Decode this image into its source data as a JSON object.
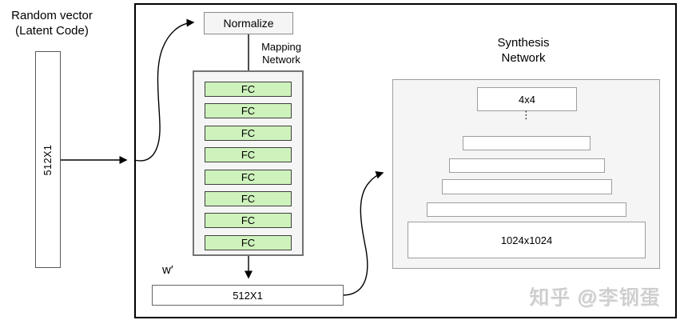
{
  "diagram": {
    "latent_title": {
      "line1": "Random vector",
      "line2": "(Latent Code)"
    },
    "latent_box_label": "512X1",
    "normalize_label": "Normalize",
    "mapping_network": {
      "label_line1": "Mapping",
      "label_line2": "Network",
      "fc_layers": [
        "FC",
        "FC",
        "FC",
        "FC",
        "FC",
        "FC",
        "FC",
        "FC"
      ]
    },
    "w_label": "w′",
    "w_box_label": "512X1",
    "synthesis_network": {
      "title_line1": "Synthesis",
      "title_line2": "Network",
      "top_box_label": "4x4",
      "dots": "⋮",
      "bottom_box_label": "1024x1024"
    },
    "watermark": "知乎 @李钢蛋"
  },
  "colors": {
    "fc_green": "#cef2bc",
    "panel_gray": "#f5f5f5",
    "outer_border": "#000000",
    "gray_border": "#8a8a8a",
    "watermark_gray": "#cbcbcb"
  }
}
